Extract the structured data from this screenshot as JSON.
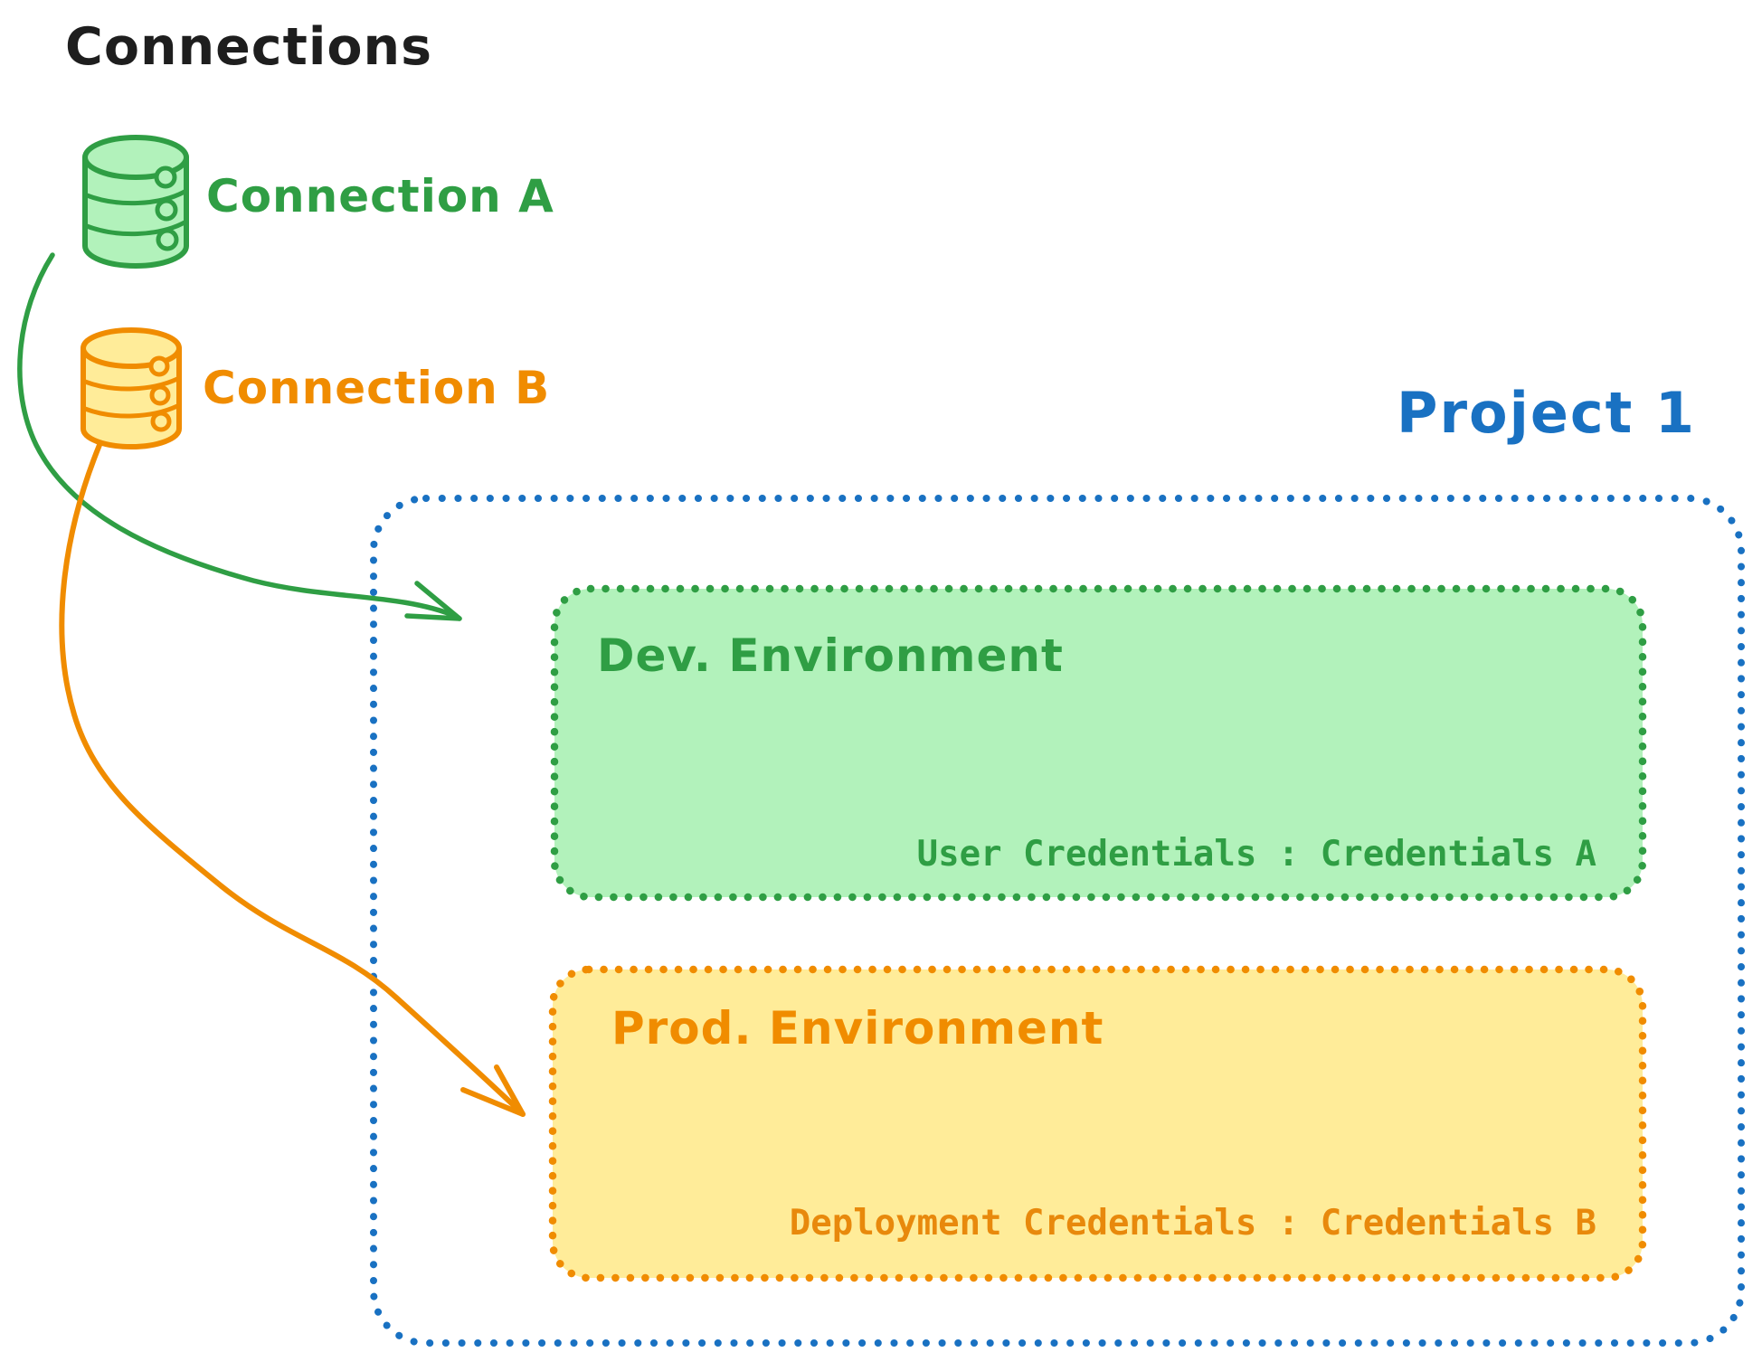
{
  "title": "Connections",
  "connections": [
    {
      "label": "Connection A",
      "color": "#2f9e44",
      "fill": "#b2f2bb"
    },
    {
      "label": "Connection B",
      "color": "#f08c00",
      "fill": "#ffec99"
    }
  ],
  "project": {
    "label": "Project 1",
    "color": "#1971c2",
    "environments": [
      {
        "name": "Dev. Environment",
        "credentials": "User Credentials : Credentials A",
        "stroke": "#2f9e44",
        "fill": "#b2f2bb"
      },
      {
        "name": "Prod. Environment",
        "credentials": "Deployment Credentials : Credentials B",
        "stroke": "#f08c00",
        "fill": "#ffec99"
      }
    ]
  }
}
